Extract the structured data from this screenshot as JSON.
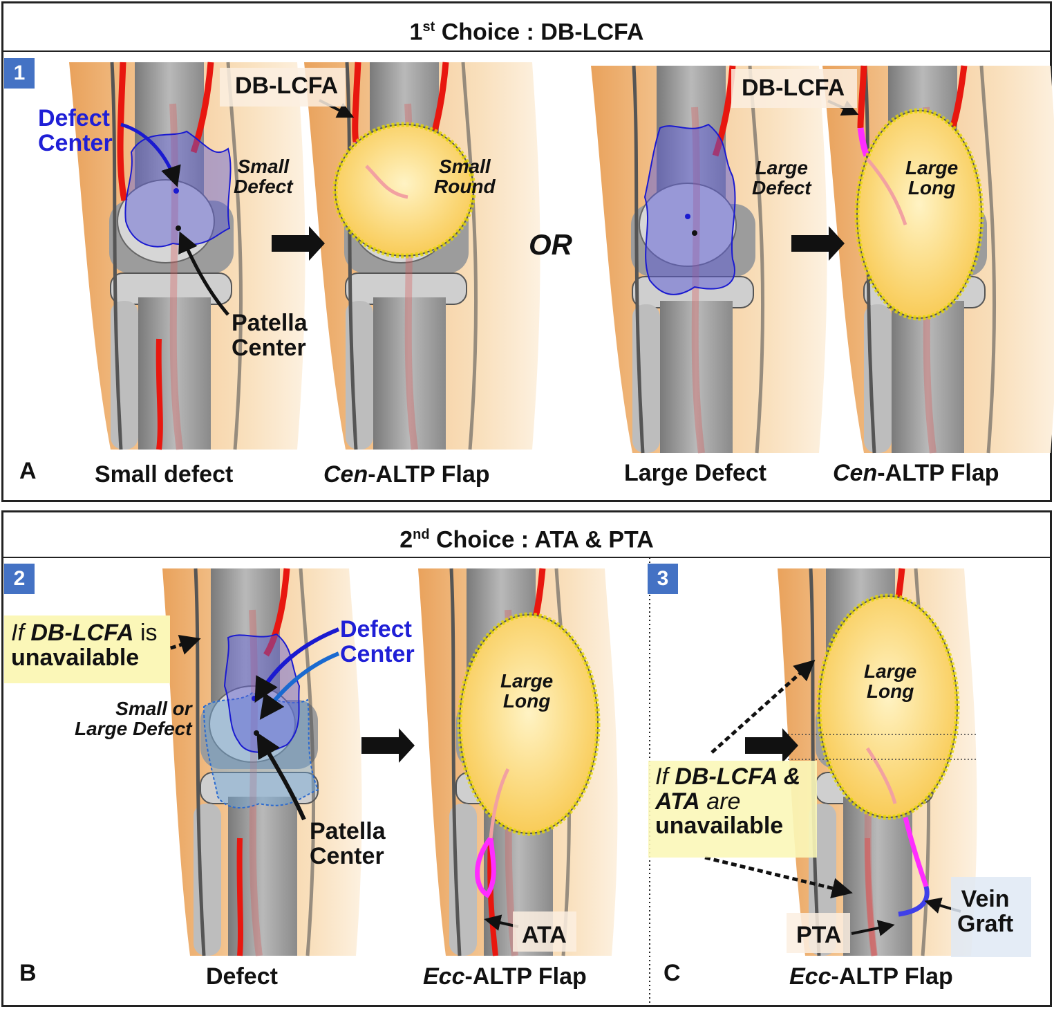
{
  "panel_top": {
    "title_prefix": "1",
    "title_sup": "st",
    "title_rest": " Choice : DB-LCFA",
    "badge": "1",
    "letter": "A",
    "or_text": "OR",
    "labels": {
      "defect_center_1": "Defect",
      "defect_center_2": "Center",
      "patella_center_1": "Patella",
      "patella_center_2": "Center",
      "dblcfa_a": "DB-LCFA",
      "dblcfa_b": "DB-LCFA",
      "small_defect_1": "Small",
      "small_defect_2": "Defect",
      "small_round_1": "Small",
      "small_round_2": "Round",
      "large_defect_1": "Large",
      "large_defect_2": "Defect",
      "large_long_1": "Large",
      "large_long_2": "Long"
    },
    "captions": {
      "c1": "Small defect",
      "c2_italic": "Cen",
      "c2_rest": "-ALTP Flap",
      "c3": "Large Defect",
      "c4_italic": "Cen",
      "c4_rest": "-ALTP Flap"
    }
  },
  "panel_bottom": {
    "title_prefix": "2",
    "title_sup": "nd",
    "title_rest": " Choice : ATA & PTA",
    "badge_b": "2",
    "badge_c": "3",
    "letter_b": "B",
    "letter_c": "C",
    "labels": {
      "if_1_pre": "If ",
      "if_1_bold": "DB-LCFA",
      "if_1_post": " is",
      "if_2": "unavailable",
      "defect_center_1": "Defect",
      "defect_center_2": "Center",
      "small_or_1": "Small or",
      "small_or_2": "Large Defect",
      "patella_center_1": "Patella",
      "patella_center_2": "Center",
      "large_long_b1": "Large",
      "large_long_b2": "Long",
      "ata": "ATA",
      "large_long_c1": "Large",
      "large_long_c2": "Long",
      "ifc_1_pre": "If ",
      "ifc_1_bold": "DB-LCFA &",
      "ifc_2_bold": "ATA",
      "ifc_2_post": " are",
      "ifc_3": "unavailable",
      "pta": "PTA",
      "vein_1": "Vein",
      "vein_2": "Graft"
    },
    "captions": {
      "b1": "Defect",
      "b2_italic": "Ecc",
      "b2_rest": "-ALTP Flap",
      "c_italic": "Ecc",
      "c_rest": "-ALTP Flap"
    }
  },
  "colors": {
    "artery": "#e8170f",
    "defect": "#5a5ad8",
    "flap": "#fcd86a",
    "badge": "#4472c4",
    "pedicle_pink": "#ff2cff",
    "vein_graft": "#3f3fe8"
  }
}
